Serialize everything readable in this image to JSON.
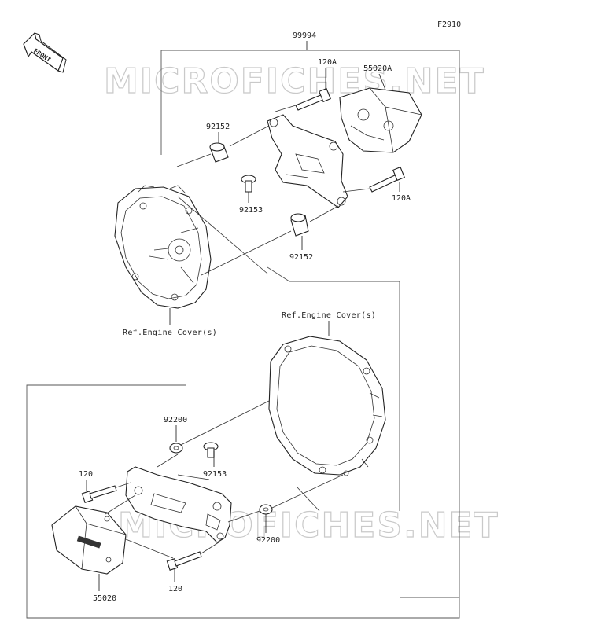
{
  "figure_code": "F2910",
  "front_label": "FRONT",
  "watermark": "MICROFICHES.NET",
  "callouts": {
    "kit_upper": "99994",
    "bolt_upper_a": "120A",
    "bolt_upper_b": "120A",
    "slider_upper": "55020A",
    "collar_top": "92152",
    "collar_bottom": "92152",
    "screw_upper": "92153",
    "washer_lower_a": "92200",
    "washer_lower_b": "92200",
    "screw_lower": "92153",
    "bolt_lower_a": "120",
    "bolt_lower_b": "120",
    "slider_lower": "55020"
  },
  "refs": {
    "engine_cover_left": "Ref.Engine Cover(s)",
    "engine_cover_right": "Ref.Engine Cover(s)"
  }
}
